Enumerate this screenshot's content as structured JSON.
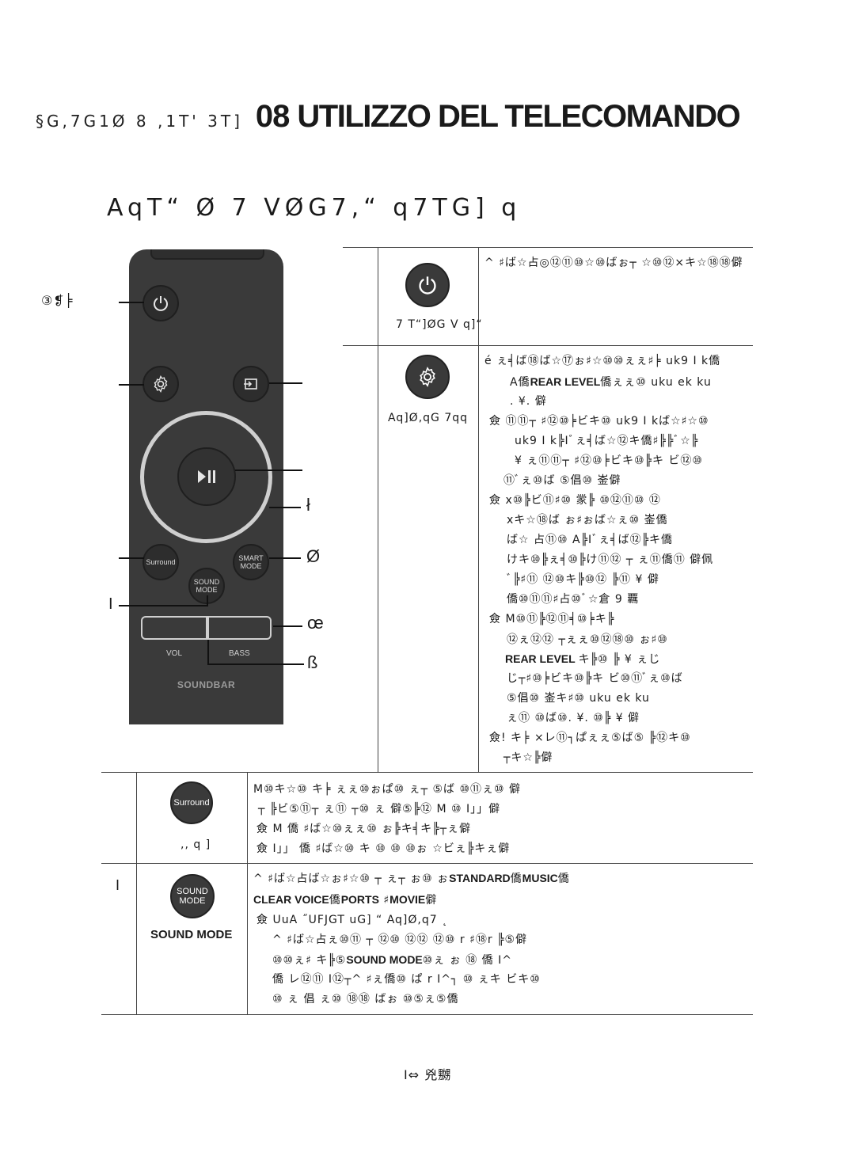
{
  "header": {
    "chapter_ghost": "§G,7G1Ø 8 ,1T' 3T]",
    "chapter_number": "08",
    "chapter_title": "UTILIZZO DEL TELECOMANDO",
    "section_title": "AqT“ Ø 7 VØG7,“ q7TG] q"
  },
  "remote": {
    "surround_label": "Surround",
    "smart_mode_label": "SMART\nMODE",
    "sound_mode_label": "SOUND\nMODE",
    "vol_label": "VOL",
    "bass_label": "BASS",
    "brand": "SOUNDBAR"
  },
  "callouts": {
    "power": "③❡╞",
    "c1": "ł",
    "c2": "Ø",
    "c3": "I",
    "c4": "œ",
    "c5": "ß"
  },
  "table": {
    "row1": {
      "caption": "7 T“]ØG V q]“",
      "line1": "^ ♯ば☆占◎⑫⑪⑩☆⑩ばぉ┬ ☆⑩⑫×キ☆⑱⑱僻"
    },
    "row2": {
      "caption": "Aq]Ø,qG 7qq",
      "l1": "é ぇ╡ば⑱ば☆⑰ぉ♯☆⑩⑩ぇぇ♯╞ uk9 I k僑",
      "l2a": "A僑",
      "l2b": "REAR LEVEL",
      "l2c": "僑ぇぇ⑩ uku ek ku",
      "l3": ". ¥. 僻",
      "l4": "僉 ⑪⑪┬ ♯⑫⑩╞ビキ⑩ uk9 I kば☆♯☆⑩",
      "l5": "uk9 I k╠Iﾞぇ╡ば☆⑫キ僑♯╠╠ﾞ☆╠",
      "l6": "¥ ぇ⑪⑪┬ ♯⑫⑩╞ビキ⑩╠キ ビ⑫⑩",
      "l7": "⑪ﾞぇ⑩ば ⑤倡⑩ 崟僻",
      "l8": "僉 x⑩╠ビ⑪♯⑩ 䝉╠ ⑩⑫⑪⑩ ⑫",
      "l9": "xキ☆⑱ば ぉ♯ぉば☆ぇ⑩ 崟僑",
      "l10": "ば☆ 占⑪⑩ A╠Iﾞぇ╡ば⑫╠キ僑",
      "l11": "けキ⑩╠ぇ╡⑩╠け⑪⑫ ┬ ぇ⑪僑⑪ 僻佩",
      "l12": "ﾞ╠♯⑪ ⑫⑩キ╠⑩⑫ ╠⑪ ¥ 僻",
      "l13": "僑⑩⑪⑪♯占⑩ﾞ☆倉 9 覊",
      "l14": "僉 M⑩⑪╠⑫⑪╡⑩╞キ╠",
      "l15a": "⑫ぇ⑫⑫ ┬ぇぇ⑩",
      "l15b": "⑫⑱⑩ ぉ♯⑩",
      "l16a": "REAR LEVEL",
      "l16b": "キ╠⑩ ╠ ¥ ぇじ",
      "l17": "じ┬♯⑩╞ビキ⑩╠キ ビ⑩⑪ﾞぇ⑩ば",
      "l18": "⑤倡⑩ 崟キ♯⑩ uku ek ku",
      "l19": "ぇ⑪ ⑩ば⑩. ¥. ⑩╠ ¥ 僻",
      "l20": "僉! キ╞ ×レ⑪┐ぱぇぇ⑤ば⑤ ╠⑫キ⑩",
      "l21": "┬キ☆╠僻"
    },
    "row3": {
      "caption": ",, q ]",
      "l1": "M⑩キ☆⑩ キ╞ ぇぇ⑩ぉぱ⑩ ぇ┬ ⑤ば ⑩⑪ぇ⑩ 僻",
      "l2": "┬ ╠ビ⑤⑪┬ ぇ⑪ ┬⑩ ぇ 僻⑤╠⑫ M ⑩ I」」僻",
      "l3": "僉 M 僑 ♯ば☆⑩ぇぇ⑩ ぉ╠キ╡キ╠┬ぇ僻",
      "l4": "僉 I」」 僑 ♯ば☆⑩ キ ⑩ ⑩ ⑩ぉ ☆ビぇ╠キぇ僻"
    },
    "row4": {
      "num": "I",
      "caption": "SOUND MODE",
      "l1a": "^ ♯ば☆占ば☆ぉ♯☆⑩ ┬ ぇ┬ ぉ⑩ ぉ",
      "l1b": "STANDARD",
      "l1c": "僑",
      "l1d": "MUSIC",
      "l1e": "僑",
      "l2a": "CLEAR VOICE",
      "l2b": "僑",
      "l2c": "PORTS",
      "l2d": " ♯",
      "l2e": "MOVIE",
      "l2f": "僻",
      "l3": "僉 UuA ˝UFJGT uG] “ Aq]Ø,q7 ˛",
      "l4": "^ ♯ば☆占ぇ⑩⑪ ┬ ⑫⑩ ⑫⑫ ⑫⑩ r ♯⑱r ╠⑤僻",
      "l5a": "⑩⑩ぇ♯ キ╠⑤",
      "l5b": "SOUND MODE",
      "l5c": "⑩ぇ ぉ ⑱ 僑 I^",
      "l6": "僑 レ⑫⑪ I⑫┬^ ♯ぇ僑⑩ ぱ r I^┐ ⑩ ぇキ ビキ⑩",
      "l7": "⑩ ぇ 倡 ぇ⑩ ⑱⑱ ばぉ ⑩⑤ぇ⑤僑"
    }
  },
  "footer": {
    "page_number": "I⇔ 兇嬲"
  }
}
